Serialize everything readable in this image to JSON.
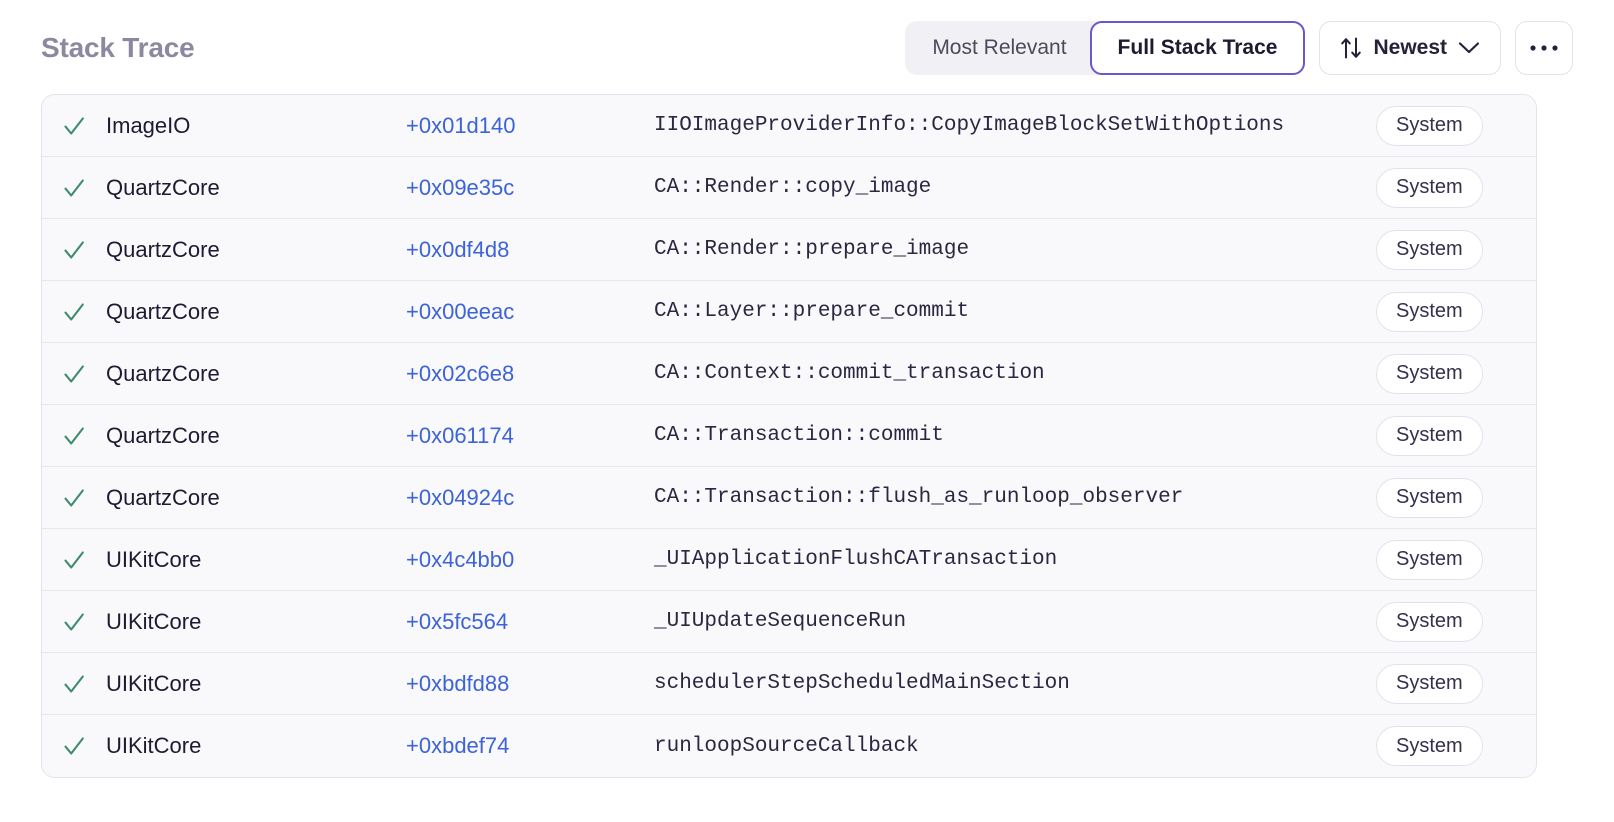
{
  "header": {
    "title": "Stack Trace",
    "segmented": {
      "options": [
        {
          "label": "Most Relevant",
          "selected": false
        },
        {
          "label": "Full Stack Trace",
          "selected": true
        }
      ]
    },
    "sort": {
      "label": "Newest",
      "sort_icon": "sort-arrows-icon",
      "chevron_icon": "chevron-down-icon"
    },
    "overflow": {
      "label": "•••",
      "icon": "ellipsis-horizontal-icon"
    },
    "accent_purple": "#6b56cd",
    "title_color": "#8b89a0",
    "offset_link_color": "#3c63d8",
    "check_color": "#3e8c6c"
  },
  "stack_trace": {
    "columns": [
      "status",
      "module",
      "offset",
      "function",
      "origin"
    ],
    "frames": [
      {
        "status_icon": "check-icon",
        "module": "ImageIO",
        "offset": "+0x01d140",
        "function": "IIOImageProviderInfo::CopyImageBlockSetWithOptions",
        "badge": "System"
      },
      {
        "status_icon": "check-icon",
        "module": "QuartzCore",
        "offset": "+0x09e35c",
        "function": "CA::Render::copy_image",
        "badge": "System"
      },
      {
        "status_icon": "check-icon",
        "module": "QuartzCore",
        "offset": "+0x0df4d8",
        "function": "CA::Render::prepare_image",
        "badge": "System"
      },
      {
        "status_icon": "check-icon",
        "module": "QuartzCore",
        "offset": "+0x00eeac",
        "function": "CA::Layer::prepare_commit",
        "badge": "System"
      },
      {
        "status_icon": "check-icon",
        "module": "QuartzCore",
        "offset": "+0x02c6e8",
        "function": "CA::Context::commit_transaction",
        "badge": "System"
      },
      {
        "status_icon": "check-icon",
        "module": "QuartzCore",
        "offset": "+0x061174",
        "function": "CA::Transaction::commit",
        "badge": "System"
      },
      {
        "status_icon": "check-icon",
        "module": "QuartzCore",
        "offset": "+0x04924c",
        "function": "CA::Transaction::flush_as_runloop_observer",
        "badge": "System"
      },
      {
        "status_icon": "check-icon",
        "module": "UIKitCore",
        "offset": "+0x4c4bb0",
        "function": "_UIApplicationFlushCATransaction",
        "badge": "System"
      },
      {
        "status_icon": "check-icon",
        "module": "UIKitCore",
        "offset": "+0x5fc564",
        "function": "_UIUpdateSequenceRun",
        "badge": "System"
      },
      {
        "status_icon": "check-icon",
        "module": "UIKitCore",
        "offset": "+0xbdfd88",
        "function": "schedulerStepScheduledMainSection",
        "badge": "System"
      },
      {
        "status_icon": "check-icon",
        "module": "UIKitCore",
        "offset": "+0xbdef74",
        "function": "runloopSourceCallback",
        "badge": "System"
      }
    ]
  }
}
